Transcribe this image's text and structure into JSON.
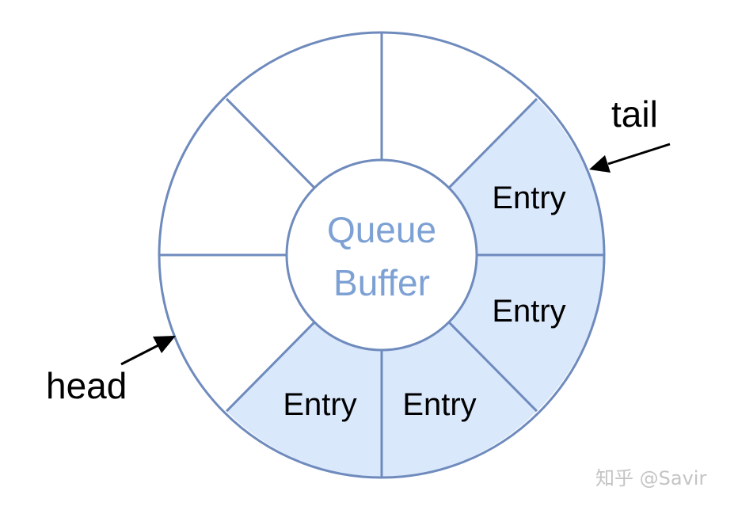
{
  "center": {
    "line1": "Queue",
    "line2": "Buffer"
  },
  "entries": [
    "Entry",
    "Entry",
    "Entry",
    "Entry"
  ],
  "pointers": {
    "tail": "tail",
    "head": "head"
  },
  "watermark": "知乎 @Savir",
  "colors": {
    "outline": "#6f8bbd",
    "filled_segment": "#dae8fc",
    "center_text": "#7da1d4",
    "watermark": "#c4c4c4"
  }
}
